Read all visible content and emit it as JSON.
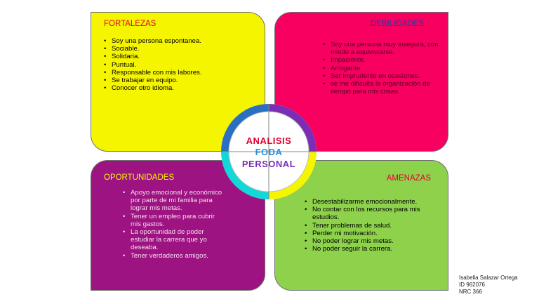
{
  "colors": {
    "fortalezas": "#f5f500",
    "debilidades": "#f7005f",
    "oportunidades": "#9e1382",
    "amenazas": "#8ed14b"
  },
  "fortalezas": {
    "title": "FORTALEZAS",
    "items": [
      "Soy una persona espontanea.",
      "Sociable.",
      "Solidaria.",
      "Puntual.",
      "Responsable con mis labores.",
      "Se trabajar en equipo.",
      "Conocer otro idioma."
    ]
  },
  "debilidades": {
    "title": "DEBILIDADES",
    "items": [
      "Soy una persona muy insegura, con miedo a equivocarse.",
      "Impaciente.",
      "Arrogante.",
      "Ser imprudente en ocasiones.",
      "se me dificulta la organización de tiempo para mis cosas."
    ]
  },
  "oportunidades": {
    "title": "OPORTUNIDADES",
    "items": [
      "Apoyo emocional y económico por parte de mi familia para lograr mis metas.",
      "Tener un empleo para cubrir mis gastos.",
      "La oportunidad de poder estudiar la carrera que yo deseaba.",
      "Tener verdaderos amigos."
    ]
  },
  "amenazas": {
    "title": "AMENAZAS",
    "items": [
      "Desestabilizarme emocionalmente.",
      "No contar con los recursos para mis estudios.",
      "Tener problemas de salud.",
      "Perder mi motivación.",
      "No poder lograr mis metas.",
      "No poder seguir la carrera."
    ]
  },
  "center": {
    "line1": "ANALISIS",
    "line2": "FODA",
    "line3": "PERSONAL"
  },
  "author": {
    "name": "Isabella Salazar Ortega",
    "id": "ID 962076",
    "nrc": "NRC 366"
  }
}
